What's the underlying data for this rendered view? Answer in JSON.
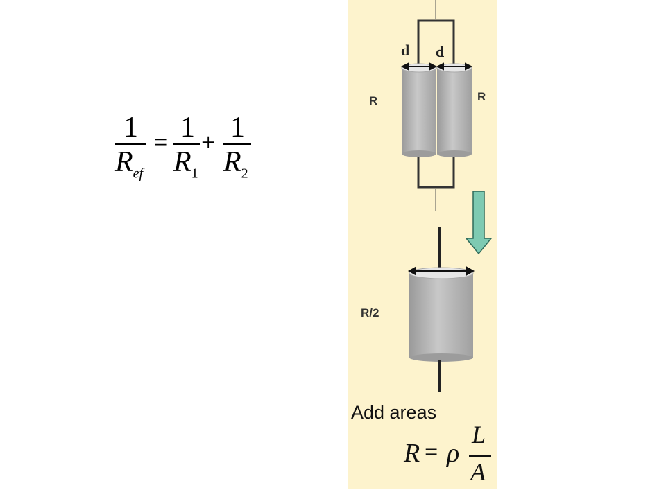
{
  "formula": {
    "numerator": "1",
    "lhs_den": "R",
    "lhs_sub": "ef",
    "equals": "=",
    "plus": "+",
    "r1_den": "R",
    "r1_sub": "1",
    "r2_den": "R",
    "r2_sub": "2"
  },
  "diagram": {
    "d_left": "d",
    "d_right": "d",
    "r_left": "R",
    "r_right": "R",
    "r_half": "R/2",
    "add_areas": "Add areas",
    "rho_lhs": "R",
    "rho_eq": "=",
    "rho_symbol": "ρ",
    "rho_num": "L",
    "rho_den": "A",
    "arrow_color": "#7ecab2",
    "cylinder_color": "#b4b4b4",
    "panel_color": "#fdf3cd"
  }
}
